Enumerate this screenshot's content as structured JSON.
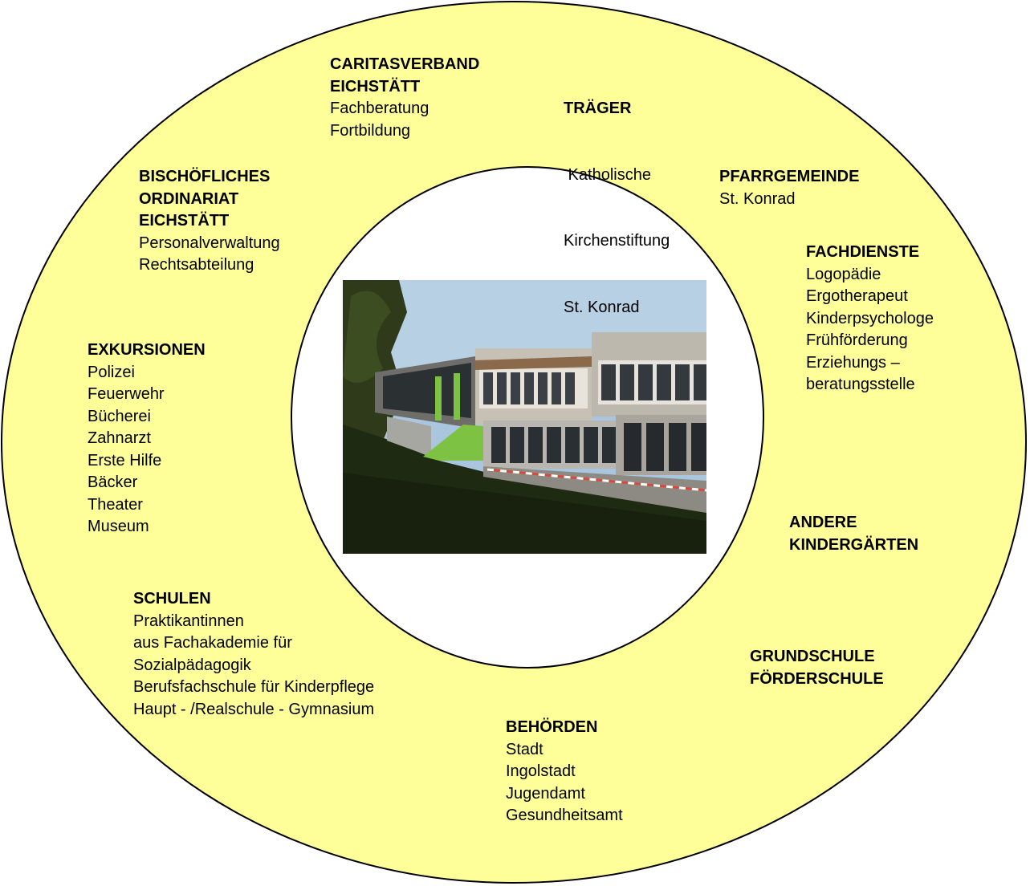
{
  "colors": {
    "ring_fill": "#FFFF99",
    "ring_stroke": "#000000",
    "center_fill": "#FFFFFF",
    "sky": "#A9C6DE",
    "lawn": "#1F2A12",
    "building_accent": "#7DC242"
  },
  "center_image": {
    "icon": "kindergarten-building-photo"
  },
  "blocks": [
    {
      "id": "caritasverband",
      "title": [
        "CARITASVERBAND",
        "EICHSTÄTT"
      ],
      "lines": [
        "Fachberatung",
        "Fortbildung"
      ]
    },
    {
      "id": "traeger",
      "title": [
        "TRÄGER"
      ],
      "lines": [
        " Katholische",
        "Kirchenstiftung",
        "St. Konrad"
      ]
    },
    {
      "id": "bischoefliches-ordinariat",
      "title": [
        "BISCHÖFLICHES",
        "ORDINARIAT",
        "EICHSTÄTT"
      ],
      "lines": [
        "Personalverwaltung",
        "Rechtsabteilung"
      ]
    },
    {
      "id": "pfarrgemeinde",
      "title": [
        "PFARRGEMEINDE"
      ],
      "lines": [
        "St. Konrad"
      ]
    },
    {
      "id": "fachdienste",
      "title": [
        "FACHDIENSTE"
      ],
      "lines": [
        "Logopädie",
        "Ergotherapeut",
        "Kinderpsychologe",
        "Frühförderung",
        "Erziehungs –",
        "beratungsstelle"
      ]
    },
    {
      "id": "exkursionen",
      "title": [
        "EXKURSIONEN"
      ],
      "lines": [
        "Polizei",
        "Feuerwehr",
        "Bücherei",
        "Zahnarzt",
        "Erste Hilfe",
        "Bäcker",
        "Theater",
        "Museum"
      ]
    },
    {
      "id": "andere-kindergaerten",
      "title": [
        "ANDERE",
        "KINDERGÄRTEN"
      ],
      "lines": []
    },
    {
      "id": "schulen",
      "title": [
        "SCHULEN"
      ],
      "lines": [
        "Praktikantinnen",
        "aus Fachakademie für",
        "Sozialpädagogik",
        "Berufsfachschule für Kinderpflege",
        "Haupt - /Realschule - Gymnasium"
      ]
    },
    {
      "id": "grundschule-foerderschule",
      "title": [
        "GRUNDSCHULE",
        "FÖRDERSCHULE"
      ],
      "lines": []
    },
    {
      "id": "behoerden",
      "title": [
        "BEHÖRDEN"
      ],
      "lines": [
        "Stadt",
        "Ingolstadt",
        "Jugendamt",
        "Gesundheitsamt"
      ]
    }
  ]
}
